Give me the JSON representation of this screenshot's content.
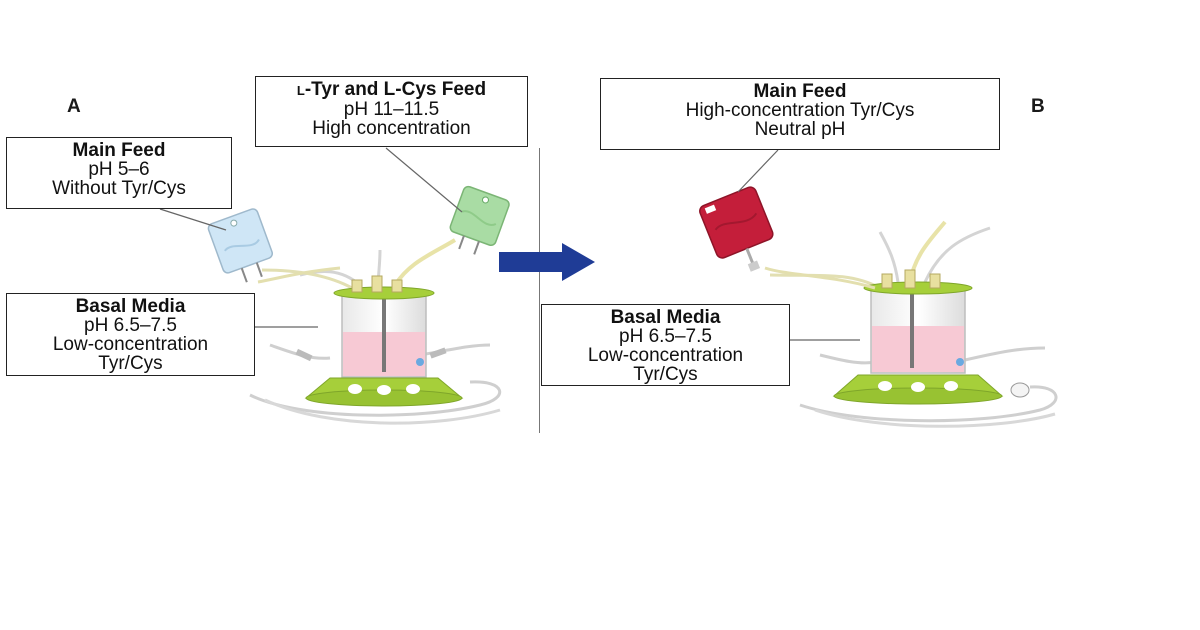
{
  "panel_a": {
    "letter": "A",
    "feed_tyrcys": {
      "title_prefix": "L",
      "title_rest": "-Tyr and L-Cys Feed",
      "line1": "pH 11–11.5",
      "line2": "High concentration"
    },
    "main_feed": {
      "title": "Main Feed",
      "line1": "pH 5–6",
      "line2": "Without Tyr/Cys"
    },
    "basal_media": {
      "title": "Basal Media",
      "line1": "pH 6.5–7.5",
      "line2": "Low-concentration",
      "line3": "Tyr/Cys"
    }
  },
  "panel_b": {
    "letter": "B",
    "main_feed": {
      "title": "Main Feed",
      "line1": "High-concentration Tyr/Cys",
      "line2": "Neutral pH"
    },
    "basal_media": {
      "title": "Basal Media",
      "line1": "pH 6.5–7.5",
      "line2": "Low-concentration",
      "line3": "Tyr/Cys"
    }
  },
  "colors": {
    "arrow": "#1f3c96",
    "bag_main_a": "#cfe6f6",
    "bag_tyrcys": "#a9dca4",
    "bag_main_b": "#c41e3a",
    "media_fill": "#f7c9d4",
    "base_green": "#a6cf3a"
  },
  "icons": {
    "arrow": "right-arrow-icon",
    "bioreactor": "bioreactor-icon",
    "feed_bag": "iv-bag-icon"
  }
}
